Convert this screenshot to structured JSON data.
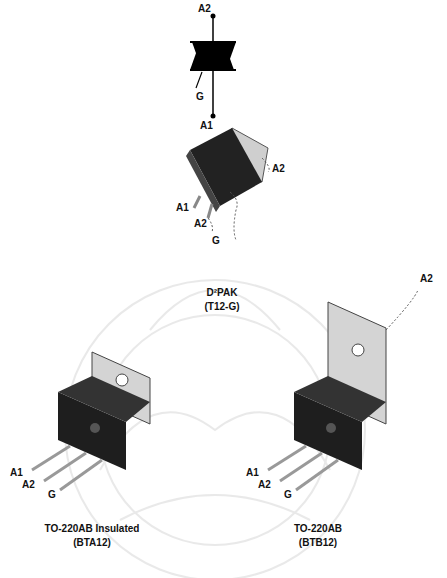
{
  "diagram": {
    "labels": [
      "A2",
      "G",
      "A1",
      "A2",
      "A1",
      "A2",
      "G",
      "D²PAK",
      "(T12-G)",
      "A1",
      "A2",
      "G",
      "TO-220AB Insulated",
      "(BTA12)",
      "A2",
      "A1",
      "A2",
      "G",
      "TO-220AB",
      "(BTB12)"
    ]
  }
}
